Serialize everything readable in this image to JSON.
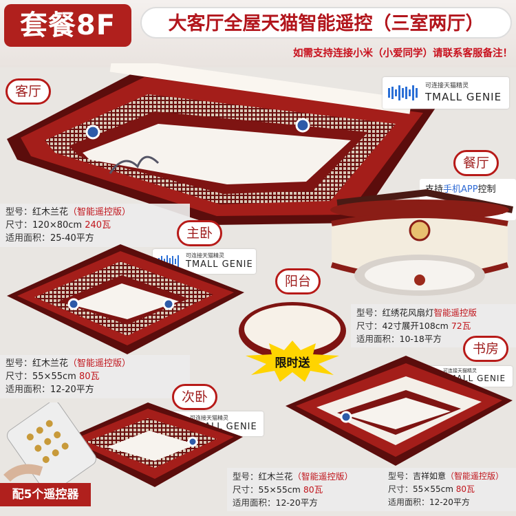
{
  "header": {
    "badge": "套餐8F",
    "title": "大客厅全屋天猫智能遥控（三室两厅）",
    "note": "如需支持连接小米（小爱同学）请联系客服备注！"
  },
  "rooms": {
    "living": "客厅",
    "dining": "餐厅",
    "master": "主卧",
    "balcony": "阳台",
    "second": "次卧",
    "study": "书房"
  },
  "tmall": {
    "top_text": "可连接天猫精灵",
    "brand": "TMALL GENIE"
  },
  "dining_app": {
    "prefix": "支持",
    "highlight": "手机APP",
    "suffix": "控制"
  },
  "specs": {
    "living": {
      "model_label": "型号：",
      "model": "红木兰花",
      "tag": "（智能遥控版）",
      "size_label": "尺寸：",
      "size": "120×80cm",
      "power": "240瓦",
      "area_label": "适用面积：",
      "area": "25-40平方"
    },
    "dining": {
      "model_label": "型号：",
      "model": "红绣花风扇灯",
      "tag": "智能遥控版",
      "size_label": "尺寸：",
      "size": "42寸展开108cm",
      "power": "72瓦",
      "area_label": "适用面积：",
      "area": "10-18平方"
    },
    "master": {
      "model_label": "型号：",
      "model": "红木兰花",
      "tag": "（智能遥控版）",
      "size_label": "尺寸：",
      "size": "55×55cm",
      "power": "80瓦",
      "area_label": "适用面积：",
      "area": "12-20平方"
    },
    "second": {
      "model_label": "型号：",
      "model": "红木兰花",
      "tag": "（智能遥控版）",
      "size_label": "尺寸：",
      "size": "55×55cm",
      "power": "80瓦",
      "area_label": "适用面积：",
      "area": "12-20平方"
    },
    "study": {
      "model_label": "型号：",
      "model": "吉祥如意",
      "tag": "（智能遥控版）",
      "size_label": "尺寸：",
      "size": "55×55cm",
      "power": "80瓦",
      "area_label": "适用面积：",
      "area": "12-20平方"
    }
  },
  "gift": "限时送",
  "remote": "配5个遥控器",
  "colors": {
    "brand_red": "#b0201d",
    "wood": "#7e1412",
    "text_red": "#c0131a",
    "gift_yellow": "#ffd400"
  }
}
